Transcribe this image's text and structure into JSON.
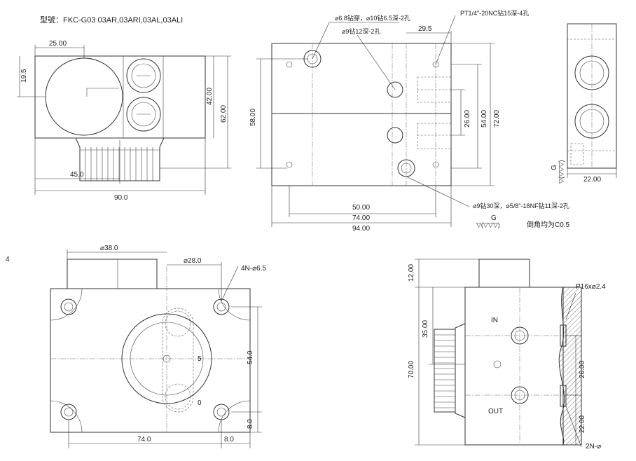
{
  "title": "型號：FKC-G03 03AR,03ARI,03AL,03ALI",
  "page_number": "4",
  "view1": {
    "d_25": "25.00",
    "d_19_5": "19.5",
    "d_42": "42.00",
    "d_62": "62.00",
    "d_45": "45.0",
    "d_90": "90.0"
  },
  "view2": {
    "note_holes_a": "⌀6.8钻穿，⌀10钻6.5深-2孔",
    "note_holes_b": "⌀9钻12深-2孔",
    "note_pt": "PT1/4\"-20NC钻15深-4孔",
    "d_29_5": "29.5",
    "d_58": "58.00",
    "d_26": "26.00",
    "d_54": "54.00",
    "d_72": "72.00",
    "d_50": "50.00",
    "d_74": "74.00",
    "d_94": "94.00",
    "note_bottom": "⌀9钻30深，⌀5/8\"-18NF钻11深-2孔",
    "note_g": "G",
    "note_g_sym": "▽(▽▽▽)",
    "note_chamfer": "倒角均为C0.5"
  },
  "view3": {
    "g_label": "G",
    "g_sym": "▽(▽▽▽)",
    "d_22": "22.00"
  },
  "view4": {
    "d_38": "⌀38.0",
    "d_28": "⌀28.0",
    "note_4n": "4N-⌀6.5",
    "pos_5": "5",
    "pos_0": "0",
    "d_54": "54.0",
    "d_8v": "8.0",
    "d_74": "74.0",
    "d_8h": "8.0"
  },
  "view5": {
    "d_12": "12.00",
    "d_35": "35.00",
    "d_70": "70.00",
    "port_in": "IN",
    "port_out": "OUT",
    "note_p16": "P16x⌀2.4",
    "d_26": "26.00",
    "d_22": "22.00",
    "note_2n": "2N-⌀"
  }
}
